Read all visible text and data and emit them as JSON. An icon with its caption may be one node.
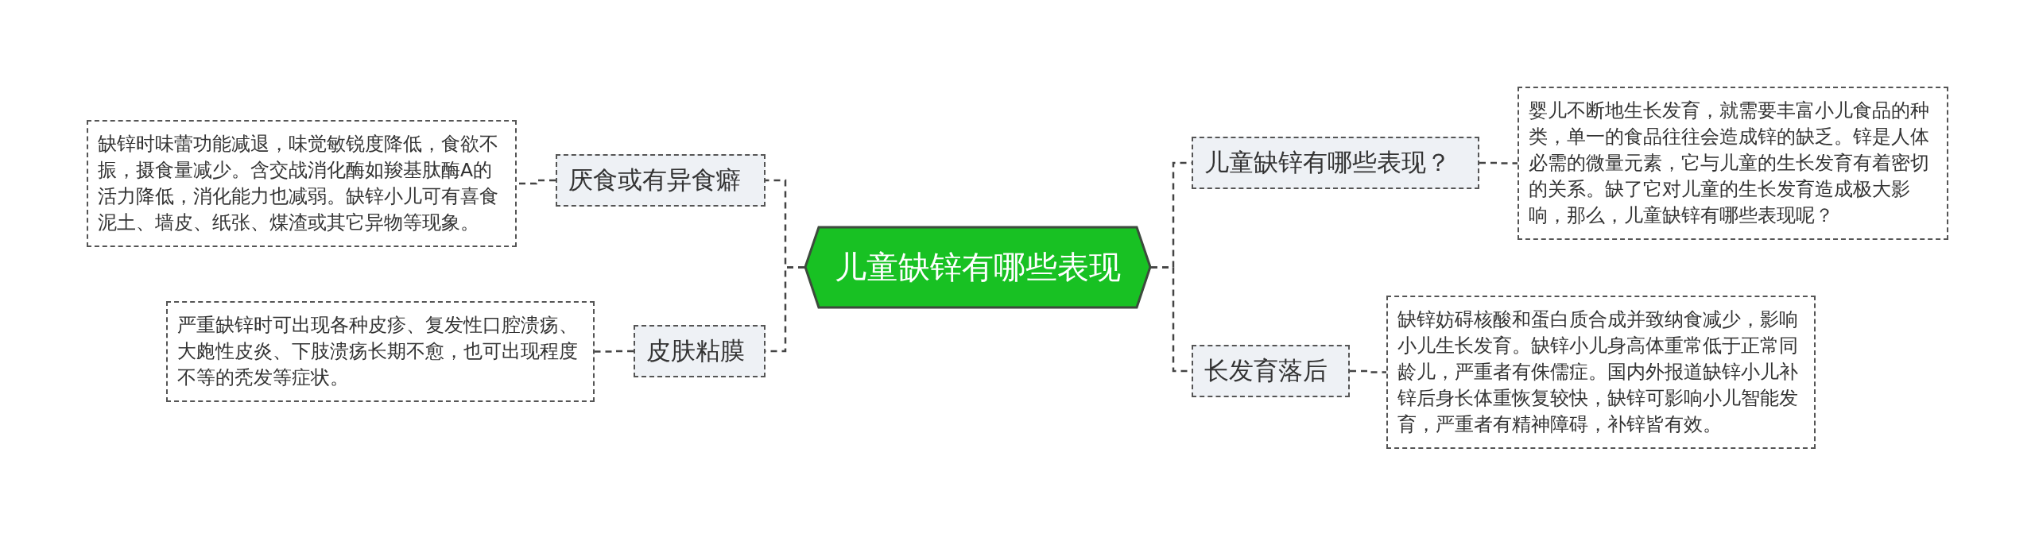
{
  "diagram": {
    "nodes": [
      {
        "text": [
          "儿童缺锌有哪些表现"
        ]
      },
      {
        "text": [
          "厌食或有异食癖"
        ]
      },
      {
        "text": [
          "缺锌时味蕾功能减退，味觉敏锐度降低，食欲不振，摄食量减少。含交战消化酶如羧基肽酶A的活力降低，消化能力也减弱。缺锌小儿可有喜食泥土、墙皮、纸张、煤渣或其它异物等现象。"
        ]
      },
      {
        "text": [
          "皮肤粘膜"
        ]
      },
      {
        "text": [
          "严重缺锌时可出现各种皮疹、复发性口腔溃疡、大皰性皮炎、下肢溃疡长期不愈，也可出现程度不等的秃发等症状。"
        ]
      },
      {
        "text": [
          "儿童缺锌有哪些表现？"
        ]
      },
      {
        "text": [
          "婴儿不断地生长发育，就需要丰富小儿食品的种类，单一的食品往往会造成锌的缺乏。锌是人体必需的微量元素，它与儿童的生长发育有着密切的关系。缺了它对儿童的生长发育造成极大影响，那么，儿童缺锌有哪些表现呢？"
        ]
      },
      {
        "text": [
          "长发育落后"
        ]
      },
      {
        "text": [
          "缺锌妨碍核酸和蛋白质合成并致纳食减少，影响小儿生长发育。缺锌小儿身高体重常低于正常同龄儿，严重者有侏儒症。国内外报道缺锌小儿补锌后身长体重恢复较快，缺锌可影响小儿智能发育，严重者有精神障碍，补锌皆有效。"
        ]
      }
    ],
    "edges": [
      {
        "from": 0,
        "to": 1,
        "arrow": "none"
      },
      {
        "from": 1,
        "to": 2,
        "arrow": "none"
      },
      {
        "from": 0,
        "to": 3,
        "arrow": "none"
      },
      {
        "from": 3,
        "to": 4,
        "arrow": "none"
      },
      {
        "from": 0,
        "to": 5,
        "arrow": "none"
      },
      {
        "from": 5,
        "to": 6,
        "arrow": "none"
      },
      {
        "from": 0,
        "to": 7,
        "arrow": "none"
      },
      {
        "from": 7,
        "to": 8,
        "arrow": "none"
      }
    ]
  }
}
